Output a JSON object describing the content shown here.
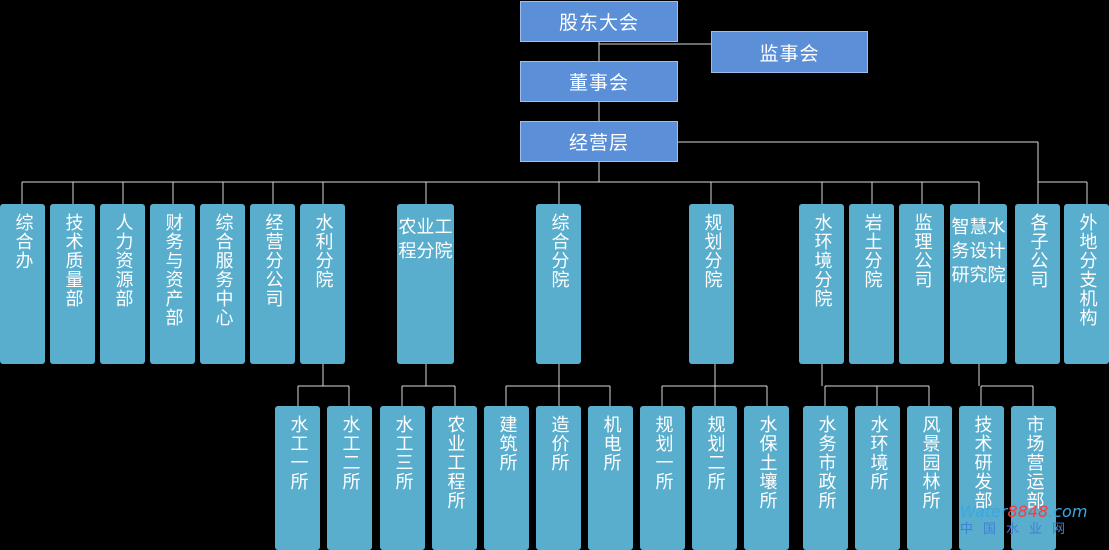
{
  "top": {
    "shareholders": "股东大会",
    "supervisors": "监事会",
    "board": "董事会",
    "management": "经营层"
  },
  "departments": [
    "综合办",
    "技术质量部",
    "人力资源部",
    "财务与资产部",
    "综合服务中心",
    "经营分公司",
    "水利分院",
    "农业工程分院",
    "综合分院",
    "规划分院",
    "水环境分院",
    "岩土分院",
    "监理公司",
    "智慧水务设计研究院",
    "各子公司",
    "外地分支机构"
  ],
  "sub_units": [
    "水工一所",
    "水工二所",
    "水工三所",
    "农业工程所",
    "建筑所",
    "造价所",
    "机电所",
    "规划一所",
    "规划二所",
    "水保土壤所",
    "水务市政所",
    "水环境所",
    "风景园林所",
    "技术研发部",
    "市场营运部"
  ],
  "watermark": {
    "part1": "Water",
    "part2": "8848",
    "part3": ".com",
    "line2": "中国水业网"
  },
  "colors": {
    "background": "#000000",
    "top_box": "#5b8fd8",
    "unit_box": "#5aaecd",
    "line": "#d9d9d9"
  }
}
